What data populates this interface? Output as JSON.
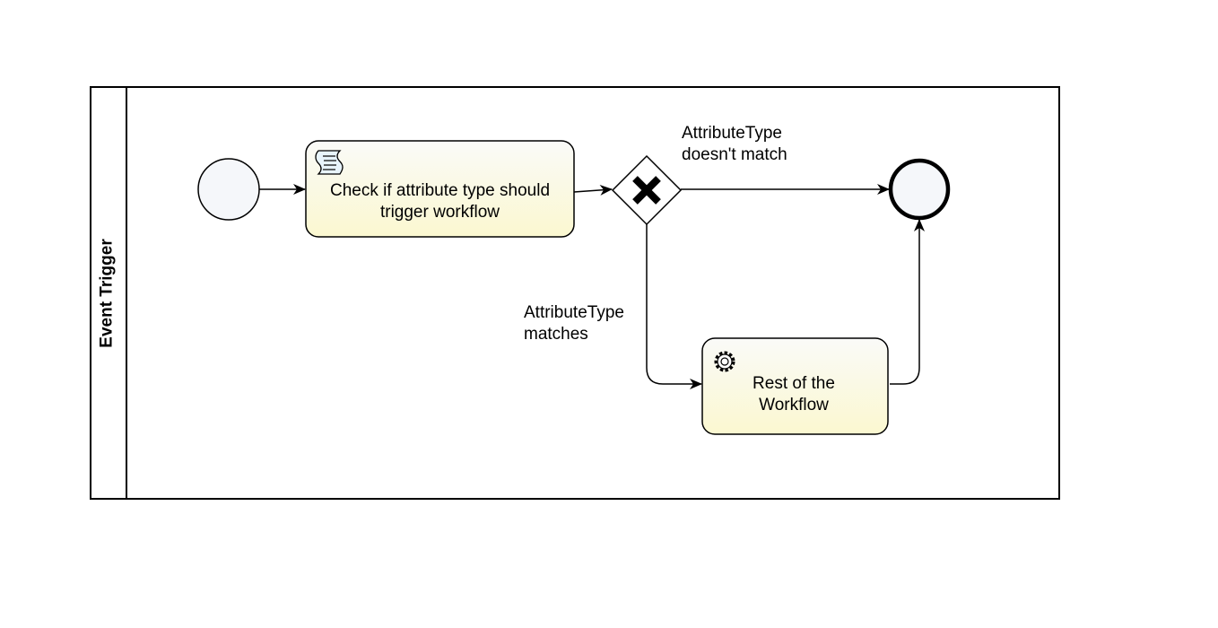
{
  "pool": {
    "label": "Event Trigger"
  },
  "tasks": {
    "check": {
      "label": "Check if attribute type should trigger workflow",
      "icon": "script-icon"
    },
    "rest": {
      "label": "Rest of the Workflow",
      "icon": "gear-icon"
    }
  },
  "gateway": {
    "type": "exclusive",
    "icon": "x-marker-icon"
  },
  "flows": {
    "no_match": {
      "label": "AttributeType\ndoesn't match"
    },
    "match": {
      "label": "AttributeType\nmatches"
    }
  },
  "colors": {
    "task_fill_top": "#fafaf8",
    "task_fill_bottom": "#fbf8d0",
    "event_fill": "#f5f7fa",
    "stroke": "#000000"
  }
}
